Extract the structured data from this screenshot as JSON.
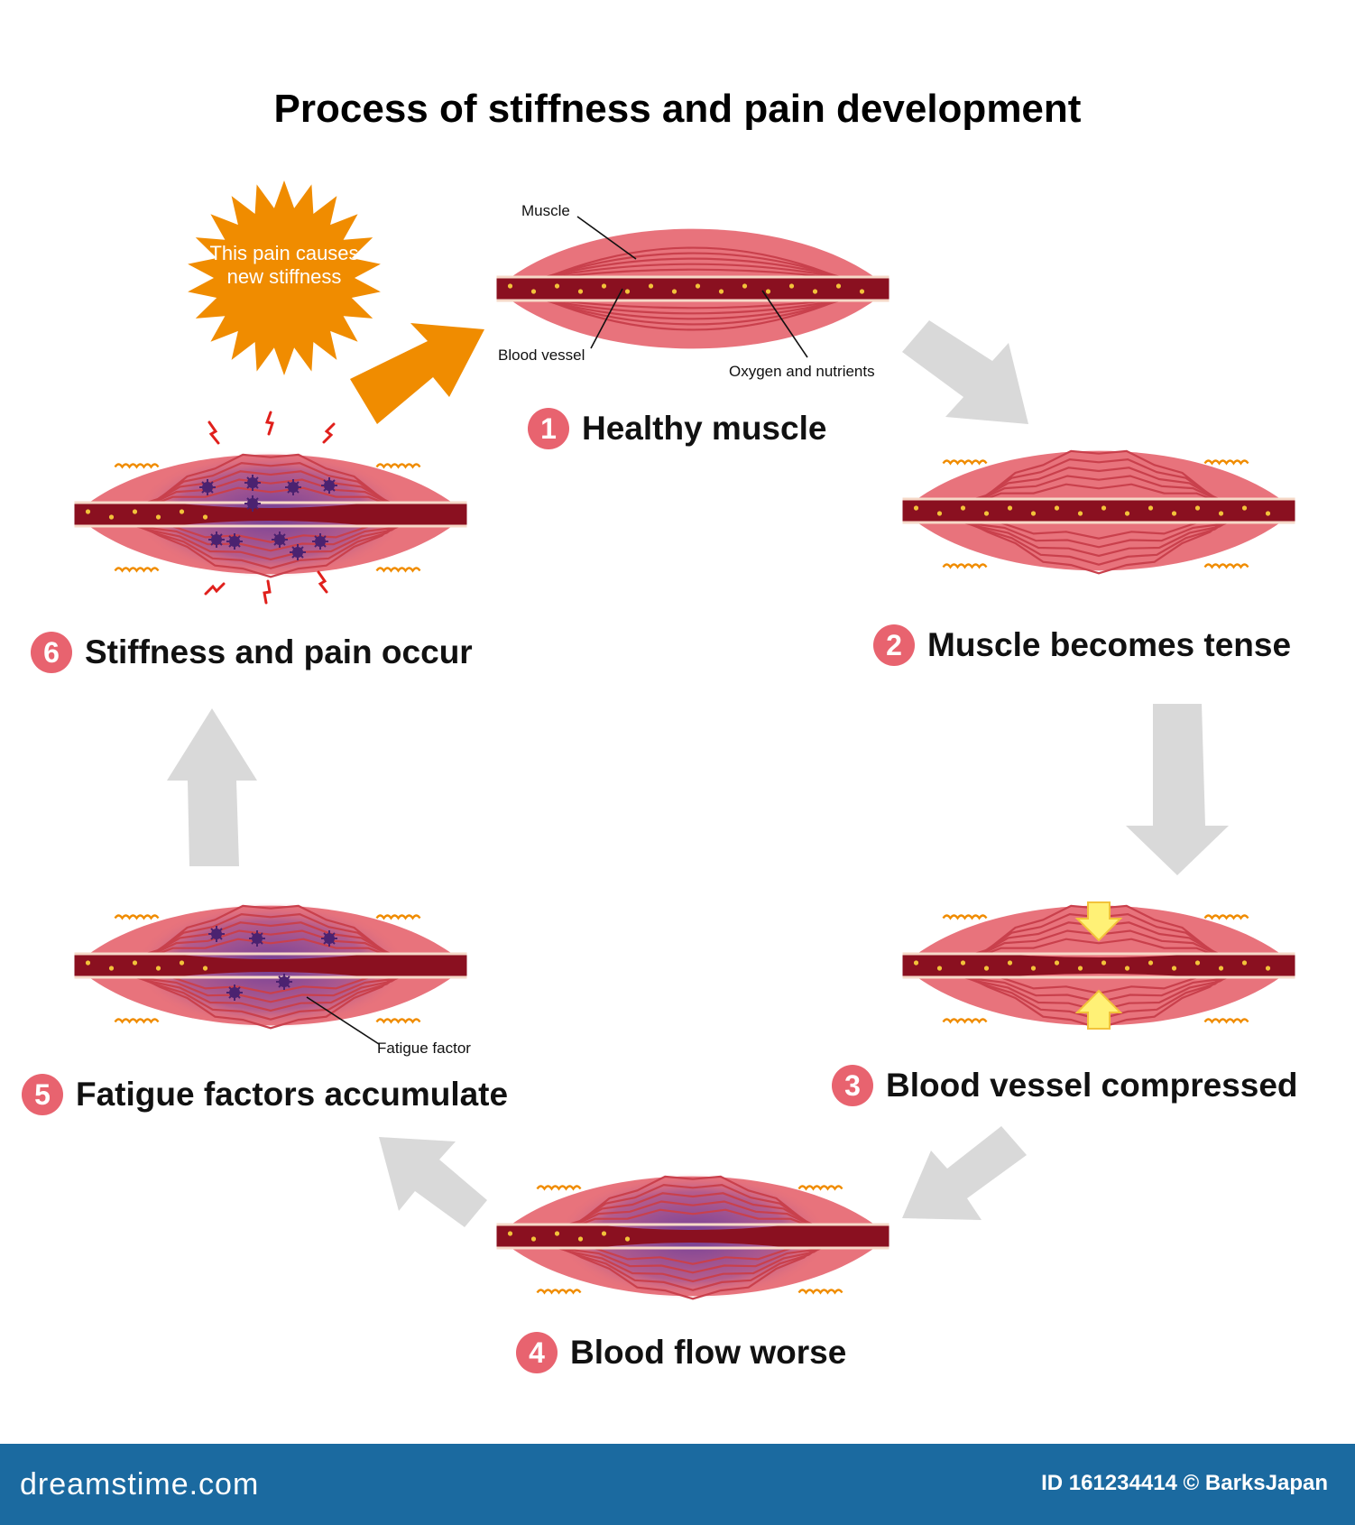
{
  "title": "Process of stiffness and pain development",
  "labels": {
    "muscle": "Muscle",
    "blood_vessel": "Blood vessel",
    "oxygen": "Oxygen and nutrients",
    "fatigue_factor": "Fatigue factor",
    "pain_note": "This pain causes new stiffness"
  },
  "steps": [
    {
      "num": "1",
      "label": "Healthy muscle"
    },
    {
      "num": "2",
      "label": "Muscle becomes tense"
    },
    {
      "num": "3",
      "label": "Blood vessel compressed"
    },
    {
      "num": "4",
      "label": "Blood flow worse"
    },
    {
      "num": "5",
      "label": "Fatigue factors accumulate"
    },
    {
      "num": "6",
      "label": "Stiffness and pain occur"
    }
  ],
  "footer": {
    "brand": "dreamstime.com",
    "id_text": "ID 161234414 © BarksJapan"
  },
  "colors": {
    "muscle": "#e8737c",
    "fiber": "#c9404c",
    "vessel": "#8a1020",
    "accent": "#f08c00",
    "arrow_gray": "#d9d9d9",
    "fatigue": "#6a3d9a",
    "footer": "#1b6aa0"
  }
}
